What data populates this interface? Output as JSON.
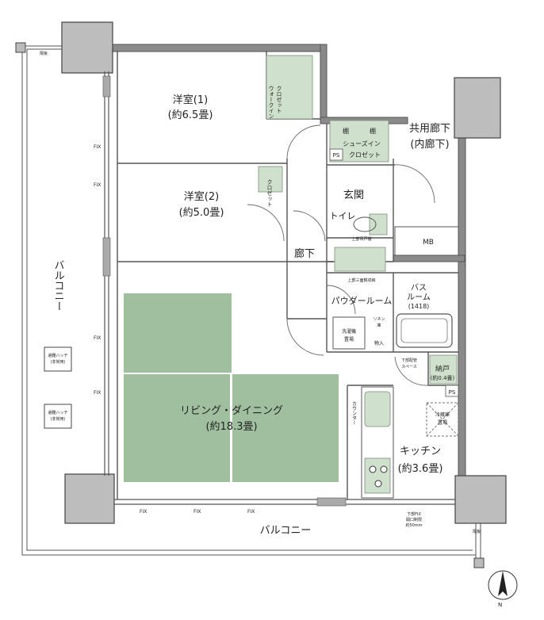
{
  "rooms": {
    "western1": {
      "name": "洋室(1)",
      "size": "(約6.5畳)"
    },
    "western2": {
      "name": "洋室(2)",
      "size": "(約5.0畳)"
    },
    "living": {
      "name": "リビング・ダイニング",
      "size": "(約18.3畳)"
    },
    "kitchen": {
      "name": "キッチン",
      "size": "(約3.6畳)"
    },
    "corridor": "廊下",
    "entrance": "玄関",
    "toilet": "トイレ",
    "powder": "パウダールーム",
    "bath": {
      "name1": "バス",
      "name2": "ルーム",
      "size": "(1418)"
    },
    "storage": {
      "name": "納戸",
      "size": "(約0.4畳)"
    },
    "common_corridor": {
      "line1": "共用廊下",
      "line2": "(内廊下)"
    },
    "balcony_left": "バルコニー",
    "balcony_bottom": "バルコニー"
  },
  "labels": {
    "walkin": "ウォークイン",
    "closet": "クロゼット",
    "closet2": "クロゼット",
    "shoes_in": "シューズイン",
    "shoes_closet": "クロゼット",
    "shelf": "棚",
    "ps": "PS",
    "mb": "MB",
    "upper_cabinet_toilet": "上部吊戸棚",
    "upper_cabinet_powder": "上部三面鏡収納",
    "washer": "洗濯機",
    "washer2": "置場",
    "linen1": "リネン",
    "linen2": "庫",
    "storage_small": "物入",
    "floor_space1": "下部配管",
    "floor_space2": "スペース",
    "fridge1": "冷蔵庫",
    "fridge2": "置場",
    "counter": "カウンター",
    "hatch1": "避難ハッチ",
    "hatch1b": "(非常用)",
    "hatch2": "避難ハッチ",
    "hatch2b": "(非常用)",
    "partition1": "隔板",
    "partition2": "隔板",
    "fix": "FIX",
    "bottom_fix1": "下部FIX",
    "bottom_fix2": "開口制限",
    "bottom_fix3": "約50mm",
    "north": "N"
  }
}
